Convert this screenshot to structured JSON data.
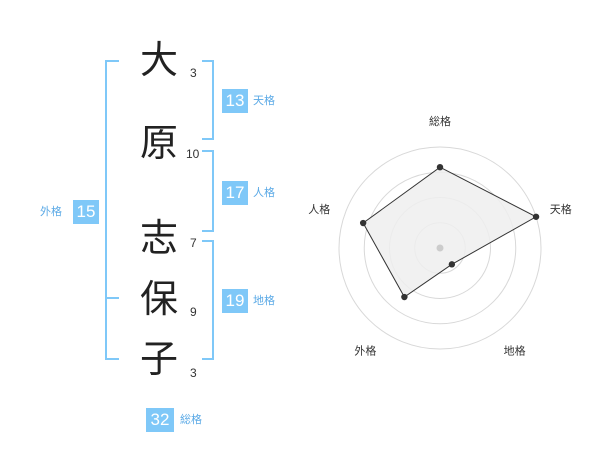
{
  "name_chars": [
    {
      "char": "大",
      "strokes": "3"
    },
    {
      "char": "原",
      "strokes": "10"
    },
    {
      "char": "志",
      "strokes": "7"
    },
    {
      "char": "保",
      "strokes": "9"
    },
    {
      "char": "子",
      "strokes": "3"
    }
  ],
  "kakusu": {
    "tenkaku": {
      "value": "13",
      "label": "天格"
    },
    "jinkaku": {
      "value": "17",
      "label": "人格"
    },
    "chikaku": {
      "value": "19",
      "label": "地格"
    },
    "gaikaku": {
      "value": "15",
      "label": "外格"
    },
    "soukaku": {
      "value": "32",
      "label": "総格"
    }
  },
  "colors": {
    "accent": "#7fc8f8",
    "radar_fill": "#eeeeee",
    "radar_stroke": "#333333"
  },
  "chart_data": {
    "type": "radar",
    "axes": [
      "総格",
      "天格",
      "地格",
      "外格",
      "人格"
    ],
    "values": [
      4,
      5,
      1,
      3,
      4
    ],
    "max": 5,
    "rings": 4
  }
}
